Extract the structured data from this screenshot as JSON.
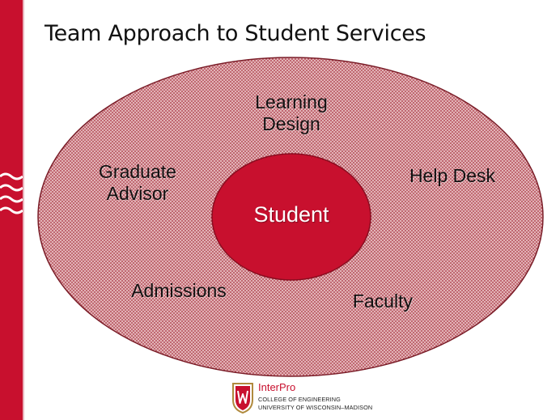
{
  "slide": {
    "title": "Team Approach to Student Services"
  },
  "diagram": {
    "center": "Student",
    "roles": {
      "learning_design": [
        "Learning",
        "Design"
      ],
      "graduate_advisor": [
        "Graduate",
        "Advisor"
      ],
      "help_desk": "Help Desk",
      "admissions": "Admissions",
      "faculty": "Faculty"
    }
  },
  "footer": {
    "brand": "InterPro",
    "line1": "COLLEGE OF ENGINEERING",
    "line2": "UNIVERSITY OF WISCONSIN–MADISON"
  },
  "colors": {
    "brand_red": "#c8102e",
    "outer_ellipse": "#d9a6aa",
    "inner_ellipse": "#c8102e"
  }
}
